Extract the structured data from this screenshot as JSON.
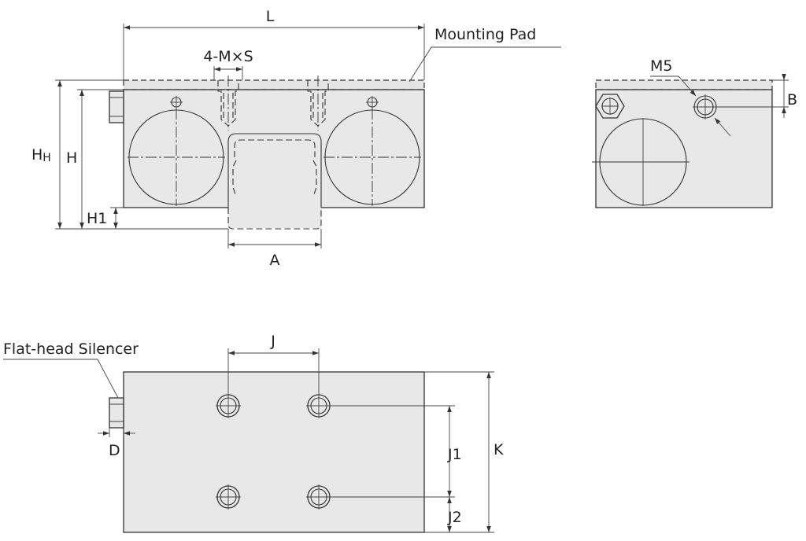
{
  "labels": {
    "L": "L",
    "mounting_pad": "Mounting Pad",
    "thread": "4-M×S",
    "HH_main": "H",
    "HH_sub": "H",
    "H": "H",
    "H1": "H1",
    "A": "A",
    "M5": "M5",
    "B": "B",
    "flat_head_silencer": "Flat-head Silencer",
    "J": "J",
    "J1": "J1",
    "J2": "J2",
    "K": "K",
    "D": "D"
  },
  "colors": {
    "body_fill": "#e8e8e8",
    "line": "#333333"
  }
}
